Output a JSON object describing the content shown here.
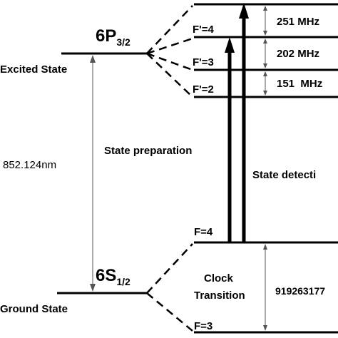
{
  "excited_state": {
    "label": "Excited State",
    "term_main": "6P",
    "term_sub": "3/2",
    "sublevels": [
      "F'=4",
      "F'=3",
      "F'=2"
    ]
  },
  "ground_state": {
    "label": "Ground State",
    "term_main": "6S",
    "term_sub": "1/2",
    "sublevels": [
      "F=4",
      "F=3"
    ]
  },
  "wavelength": "852.124nm",
  "splittings": [
    "251 MHz",
    "202 MHz",
    "151  MHz"
  ],
  "arrows": {
    "preparation": "State preparation",
    "detection": "State detecti"
  },
  "clock": {
    "line1": "Clock",
    "line2": "Transition",
    "frequency": "919263177"
  }
}
